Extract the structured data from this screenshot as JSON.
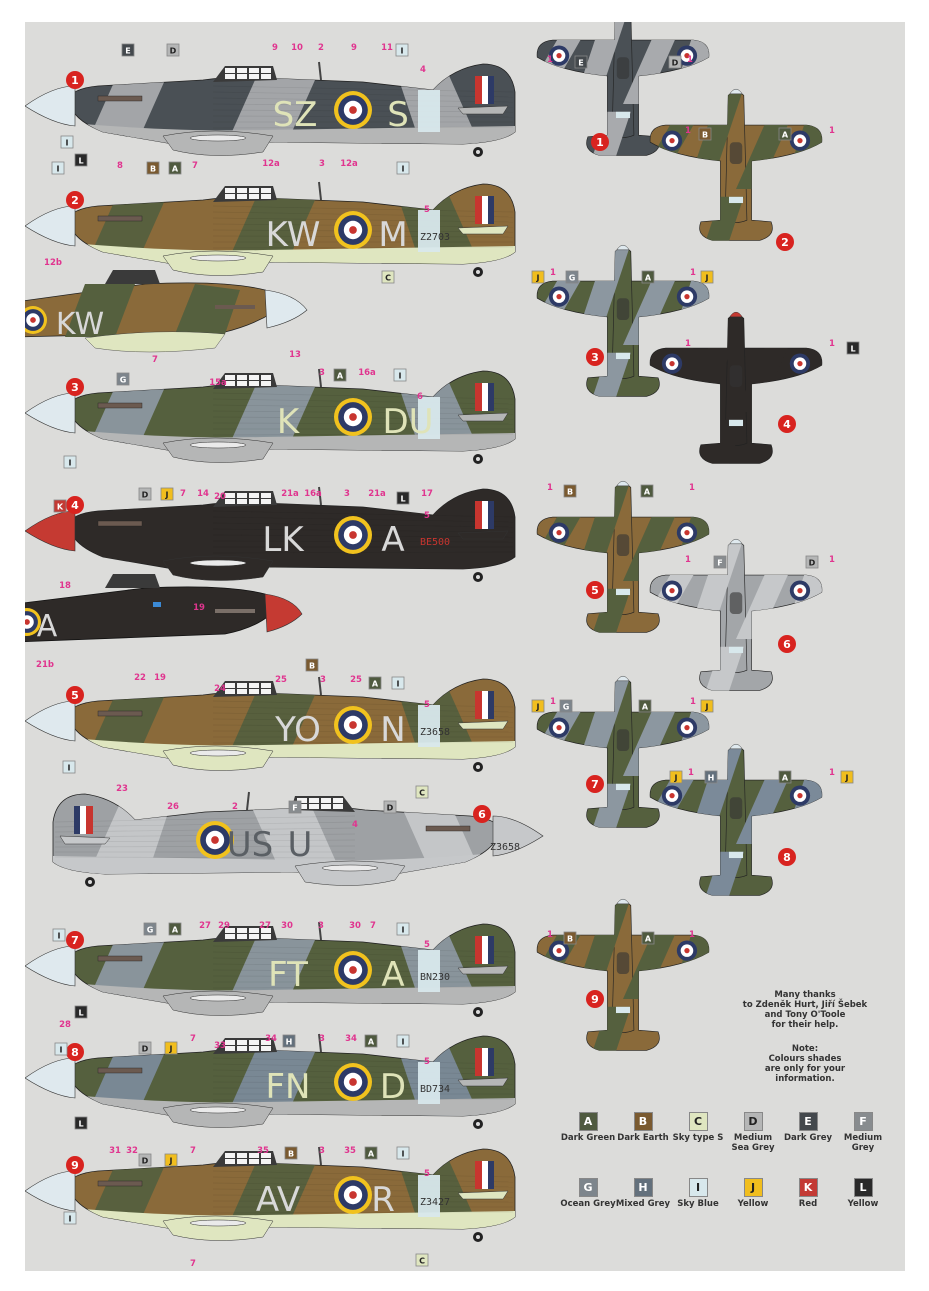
{
  "sheet": {
    "background": "#dcdcda",
    "subject": "Hawker Hurricane camouflage & markings sheet"
  },
  "profiles": [
    {
      "id": "1",
      "code_left": "SZ",
      "code_right": "S",
      "serial": "",
      "camo": [
        "#4a5055",
        "#a8aaad"
      ],
      "code_color": "#dfe3b8",
      "spinner": "#dfe9ee",
      "callouts": [
        "E",
        "D",
        "9",
        "10",
        "2",
        "9",
        "11",
        "I",
        "4",
        "I",
        "L",
        "8",
        "7"
      ]
    },
    {
      "id": "2",
      "code_left": "KW",
      "code_right": "M",
      "serial": "Z2703",
      "camo": [
        "#8a6a3a",
        "#55603e"
      ],
      "code_color": "#d8d8d8",
      "spinner": "#dfe9ee",
      "callouts": [
        "I",
        "B",
        "A",
        "12a",
        "3",
        "12a",
        "I",
        "5",
        "C"
      ]
    },
    {
      "id": "2b",
      "code_left": "",
      "code_right": "KW",
      "serial": "",
      "camo": [
        "#8a6a3a",
        "#55603e"
      ],
      "code_color": "#d8d8d8",
      "spinner": "#dfe9ee",
      "callouts": [
        "12b",
        "7",
        "13"
      ]
    },
    {
      "id": "3",
      "code_left": "K",
      "code_right": "DU",
      "serial": "",
      "camo": [
        "#55603e",
        "#8c97a0"
      ],
      "code_color": "#dfe3b8",
      "spinner": "#dfe9ee",
      "callouts": [
        "G",
        "15a",
        "3",
        "A",
        "16a",
        "I",
        "6",
        "I",
        "D",
        "J",
        "7",
        "14",
        "16a",
        "17"
      ]
    },
    {
      "id": "4",
      "code_left": "LK",
      "code_right": "A",
      "serial": "BE500",
      "camo": [
        "#2e2a28",
        "#2e2a28"
      ],
      "code_color": "#d8d8d8",
      "spinner": "#c53a32",
      "callouts": [
        "K",
        "20",
        "21a",
        "3",
        "21a",
        "L",
        "5",
        "18",
        "19"
      ]
    },
    {
      "id": "4b",
      "code_left": "",
      "code_right": "A",
      "serial": "",
      "camo": [
        "#2e2a28",
        "#2e2a28"
      ],
      "code_color": "#d8d8d8",
      "spinner": "#c53a32",
      "callouts": [
        "21b",
        "22",
        "19"
      ]
    },
    {
      "id": "5",
      "code_left": "YO",
      "code_right": "N",
      "serial": "Z3658",
      "camo": [
        "#8a6a3a",
        "#55603e"
      ],
      "code_color": "#d8d8d8",
      "spinner": "#dfe9ee",
      "callouts": [
        "24",
        "25",
        "B",
        "3",
        "25",
        "A",
        "I",
        "5",
        "I",
        "23",
        "7",
        "2",
        "C"
      ]
    },
    {
      "id": "6",
      "code_left": "US",
      "code_right": "U",
      "serial": "Z3658",
      "camo": [
        "#9ea1a4",
        "#c6c8ca"
      ],
      "code_color": "#5a5f64",
      "spinner": "#c6c8ca",
      "callouts": [
        "26",
        "4",
        "2",
        "F",
        "D",
        "27",
        "27",
        "7"
      ]
    },
    {
      "id": "7",
      "code_left": "FT",
      "code_right": "A",
      "serial": "BN230",
      "camo": [
        "#55603e",
        "#8c97a0"
      ],
      "code_color": "#dfe3b8",
      "spinner": "#dfe9ee",
      "callouts": [
        "G",
        "A",
        "27",
        "29",
        "27",
        "30",
        "3",
        "30",
        "7",
        "I",
        "I",
        "5",
        "L",
        "28",
        "7",
        "D",
        "J"
      ]
    },
    {
      "id": "8",
      "code_left": "FN",
      "code_right": "D",
      "serial": "BD734",
      "camo": [
        "#55603e",
        "#7b8a99"
      ],
      "code_color": "#dfe3b8",
      "spinner": "#dfe9ee",
      "callouts": [
        "I",
        "33",
        "34",
        "H",
        "3",
        "34",
        "A",
        "I",
        "5",
        "L",
        "31",
        "32",
        "D",
        "J",
        "7"
      ]
    },
    {
      "id": "9",
      "code_left": "AV",
      "code_right": "R",
      "serial": "Z3427",
      "camo": [
        "#8a6a3a",
        "#55603e"
      ],
      "code_color": "#d8d8d8",
      "spinner": "#dfe9ee",
      "callouts": [
        "35",
        "B",
        "3",
        "35",
        "A",
        "I",
        "5",
        "I",
        "7",
        "C"
      ]
    }
  ],
  "plan_views": [
    {
      "id": "1",
      "camo": [
        "#4a5055",
        "#a8aaad"
      ],
      "labels": [
        "1",
        "E",
        "D",
        "1"
      ]
    },
    {
      "id": "2",
      "camo": [
        "#8a6a3a",
        "#55603e"
      ],
      "labels": [
        "1",
        "B",
        "A",
        "1"
      ]
    },
    {
      "id": "3",
      "camo": [
        "#55603e",
        "#8c97a0"
      ],
      "labels": [
        "J",
        "1",
        "G",
        "A",
        "1",
        "J"
      ]
    },
    {
      "id": "4",
      "camo": [
        "#2e2a28",
        "#2e2a28"
      ],
      "labels": [
        "1",
        "1",
        "L"
      ]
    },
    {
      "id": "5",
      "camo": [
        "#8a6a3a",
        "#55603e"
      ],
      "labels": [
        "1",
        "B",
        "A",
        "1"
      ]
    },
    {
      "id": "6",
      "camo": [
        "#a3a6a9",
        "#c6c8ca"
      ],
      "labels": [
        "1",
        "F",
        "D",
        "1"
      ]
    },
    {
      "id": "7",
      "camo": [
        "#55603e",
        "#8c97a0"
      ],
      "labels": [
        "J",
        "1",
        "G",
        "A",
        "1",
        "J"
      ]
    },
    {
      "id": "8",
      "camo": [
        "#55603e",
        "#7b8a99"
      ],
      "labels": [
        "J",
        "1",
        "H",
        "A",
        "1",
        "J"
      ]
    },
    {
      "id": "9",
      "camo": [
        "#8a6a3a",
        "#55603e"
      ],
      "labels": [
        "1",
        "B",
        "A",
        "1"
      ]
    }
  ],
  "notes": {
    "thanks": [
      "Many thanks",
      "to Zdeněk Hurt, Jiří Šebek",
      "and Tony O'Toole",
      "for their help."
    ],
    "note": [
      "Note:",
      "Colours shades",
      "are only for your",
      "information."
    ]
  },
  "legend": [
    {
      "key": "A",
      "label": "Dark Green",
      "color": "#4f5a3f",
      "text": "#ffffff"
    },
    {
      "key": "B",
      "label": "Dark Earth",
      "color": "#7a5a30",
      "text": "#ffffff"
    },
    {
      "key": "C",
      "label": "Sky type S",
      "color": "#dfe6c0",
      "text": "#222222"
    },
    {
      "key": "D",
      "label": "Medium Sea Grey",
      "color": "#b5b6b6",
      "text": "#222222"
    },
    {
      "key": "E",
      "label": "Dark Grey",
      "color": "#44494d",
      "text": "#ffffff"
    },
    {
      "key": "F",
      "label": "Medium Grey",
      "color": "#888c8f",
      "text": "#ffffff"
    },
    {
      "key": "G",
      "label": "Ocean Grey",
      "color": "#7d858c",
      "text": "#ffffff"
    },
    {
      "key": "H",
      "label": "Mixed Grey",
      "color": "#63707c",
      "text": "#ffffff"
    },
    {
      "key": "I",
      "label": "Sky Blue",
      "color": "#d8e8ec",
      "text": "#222222"
    },
    {
      "key": "J",
      "label": "Yellow",
      "color": "#f1be1e",
      "text": "#222222"
    },
    {
      "key": "K",
      "label": "Red",
      "color": "#c33a34",
      "text": "#ffffff"
    },
    {
      "key": "L",
      "label": "Yellow",
      "color": "#2a2a2a",
      "text": "#ffffff"
    }
  ],
  "colors": {
    "callout_pink": "#e0358f",
    "badge_red": "#d8231f",
    "roundel_blue": "#2d3a66",
    "roundel_red": "#c8352f",
    "roundel_yellow": "#f1c21e"
  }
}
